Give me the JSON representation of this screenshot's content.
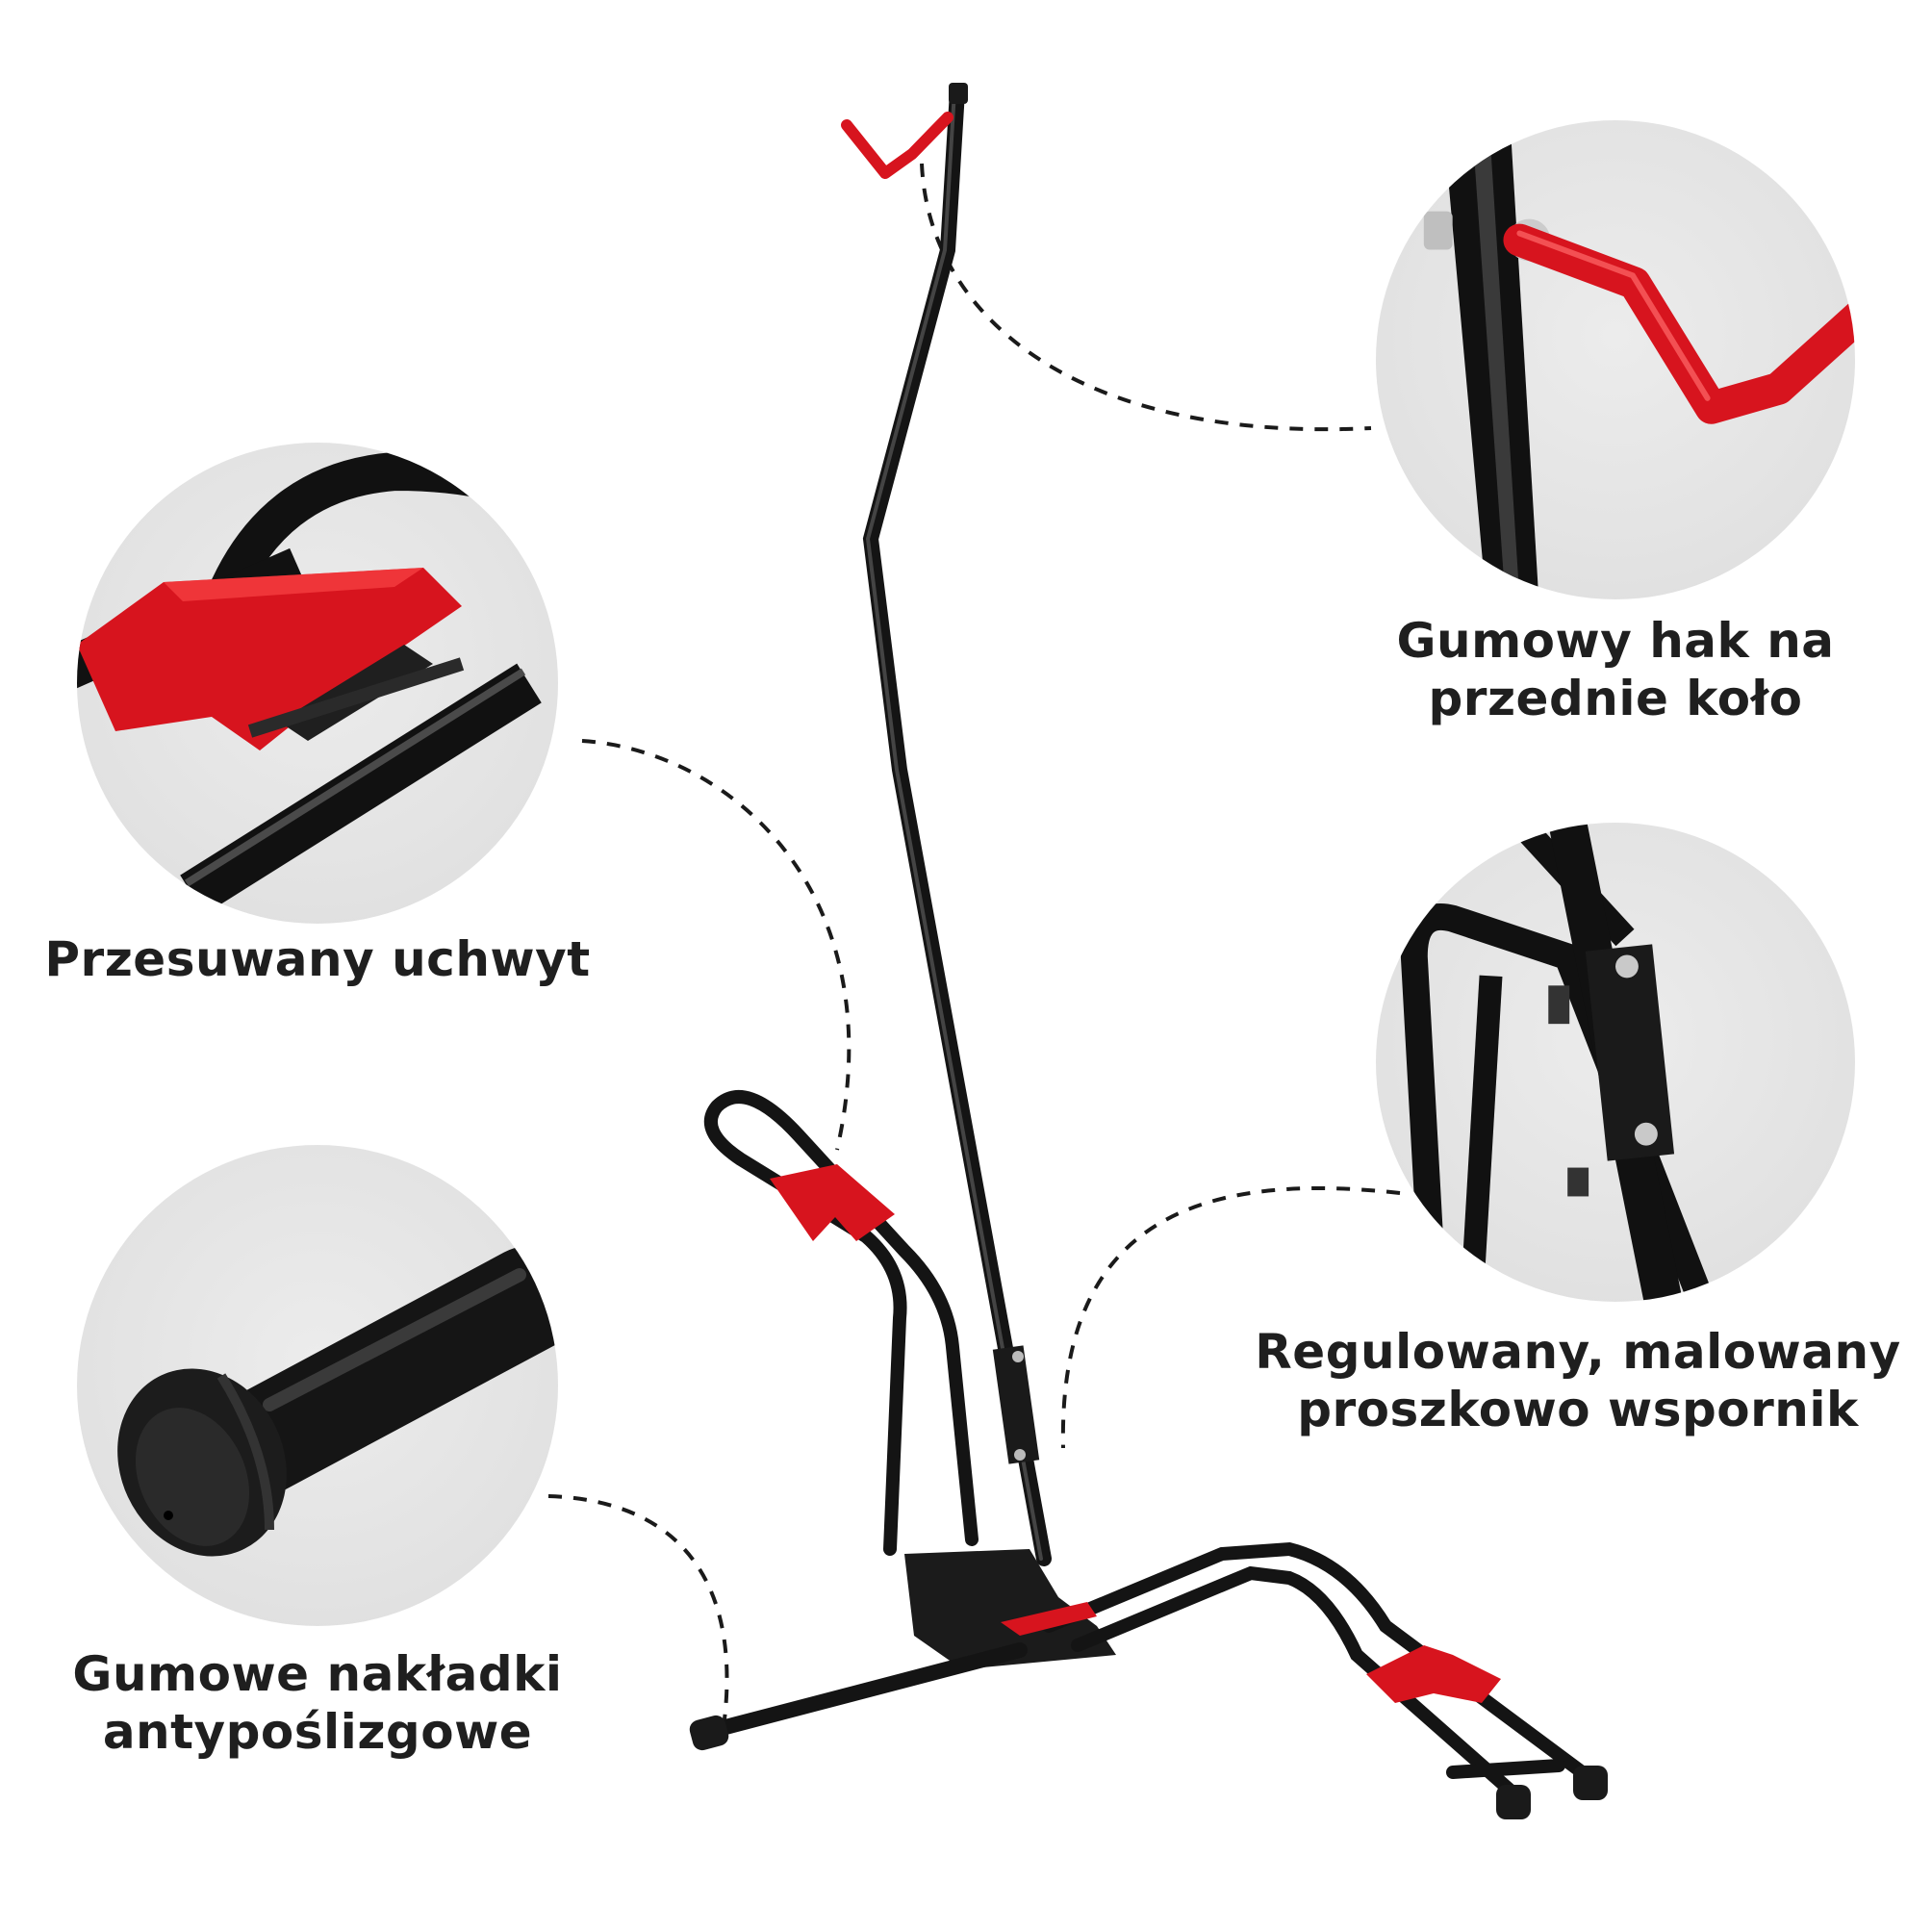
{
  "features": [
    {
      "id": "hook",
      "caption_lines": [
        "Gumowy hak na",
        "przednie koło"
      ]
    },
    {
      "id": "handle",
      "caption_lines": [
        "Przesuwany uchwyt"
      ]
    },
    {
      "id": "bracket",
      "caption_lines": [
        "Regulowany, malowany",
        "proszkowo wspornik"
      ]
    },
    {
      "id": "cap",
      "caption_lines": [
        "Gumowe nakładki",
        "antypoślizgowe"
      ]
    }
  ],
  "colors": {
    "accent_red": "#d7141e",
    "frame_black": "#141414",
    "circle_bg": "#e4e4e4",
    "text": "#1f1f1f"
  }
}
